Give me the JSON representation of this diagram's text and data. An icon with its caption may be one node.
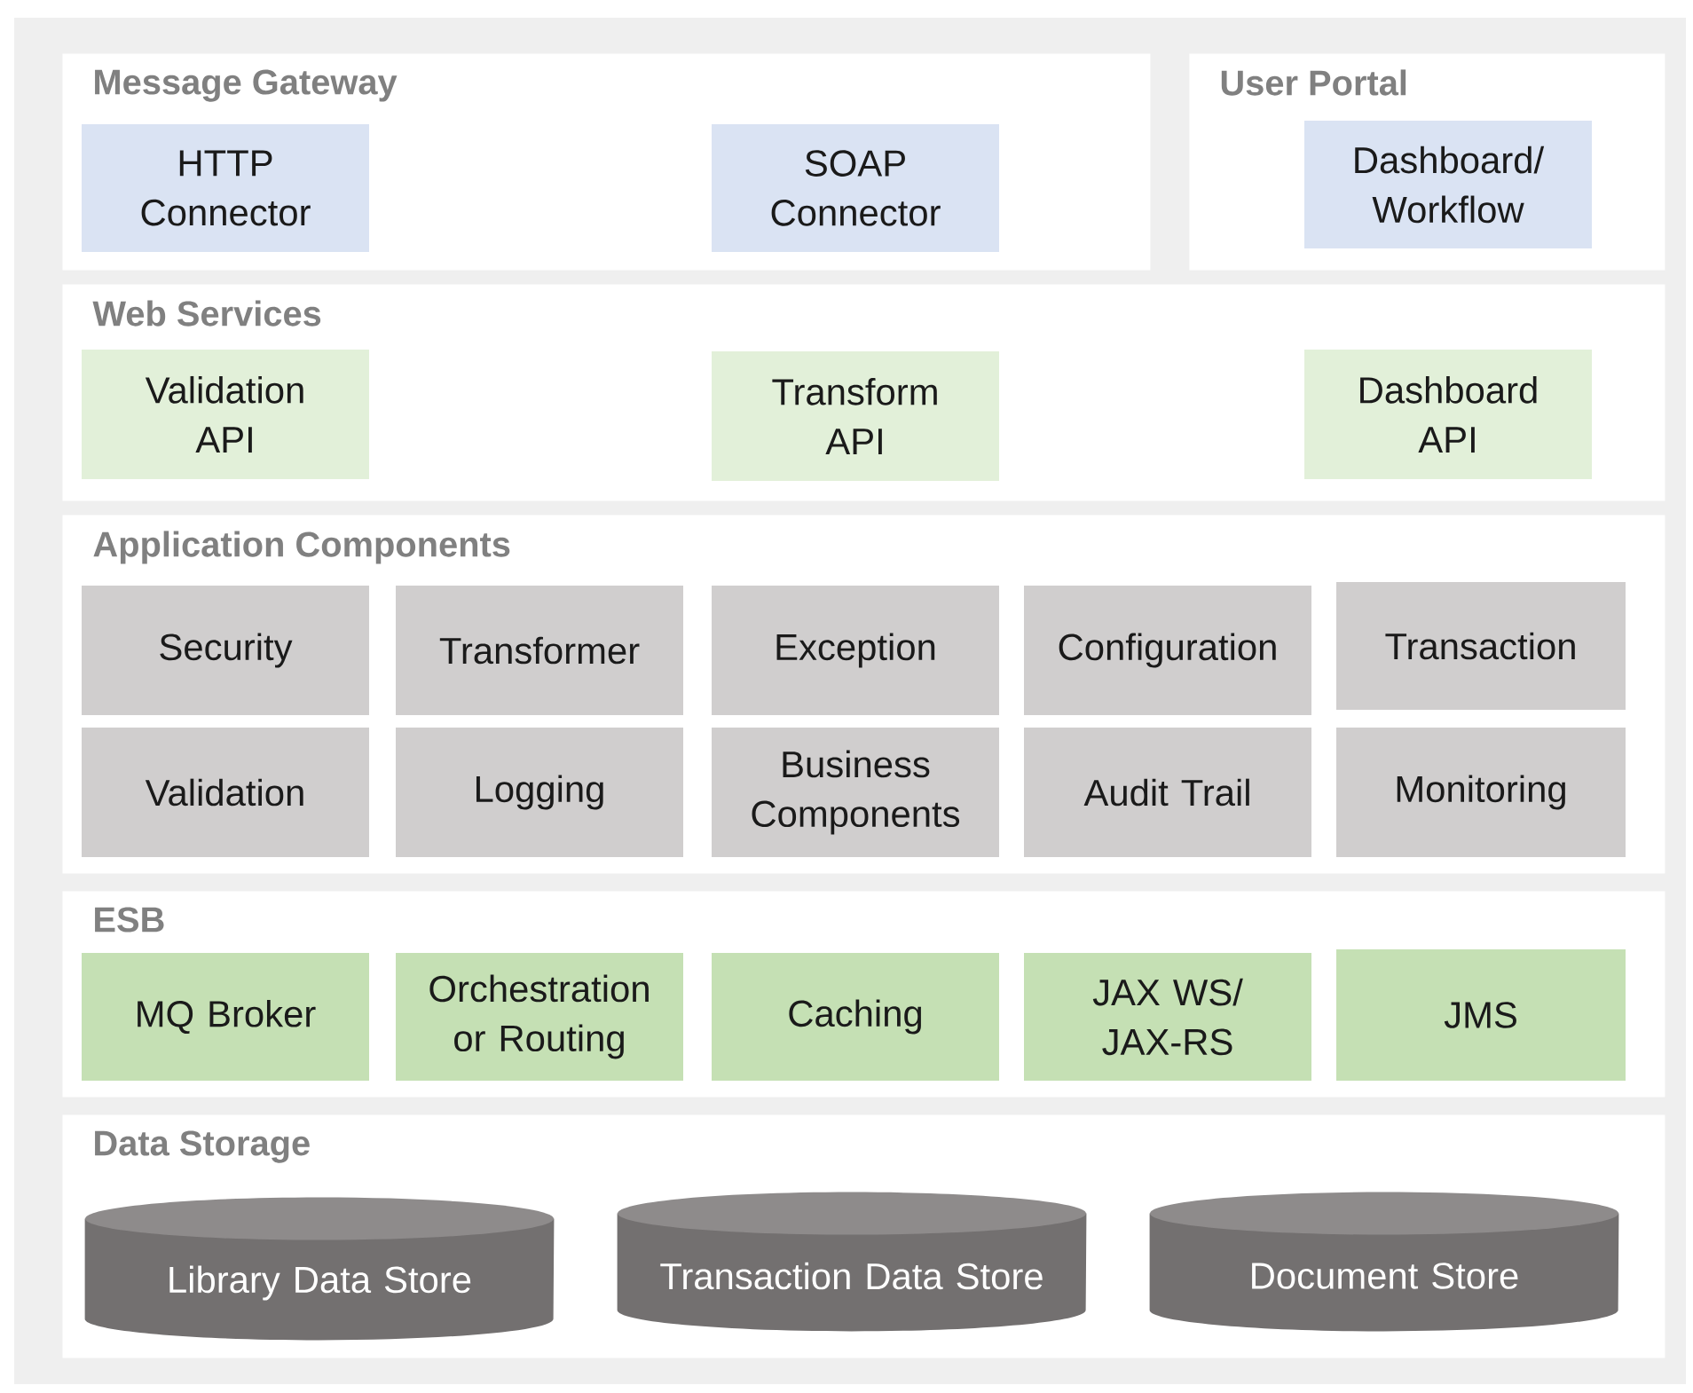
{
  "diagram": {
    "nodes": [
      {
        "text": [
          "Message Gateway"
        ]
      },
      {
        "text": [
          "HTTP Connector"
        ],
        "in": 0
      },
      {
        "text": [
          "SOAP Connector"
        ],
        "in": 0
      },
      {
        "text": [
          "User Portal"
        ]
      },
      {
        "text": [
          "Dashboard/ Workflow"
        ],
        "in": 3
      },
      {
        "text": [
          "Web Services"
        ]
      },
      {
        "text": [
          "Validation API"
        ],
        "in": 5
      },
      {
        "text": [
          "Transform API"
        ],
        "in": 5
      },
      {
        "text": [
          "Dashboard API"
        ],
        "in": 5
      },
      {
        "text": [
          "Application Components"
        ]
      },
      {
        "text": [
          "Security"
        ],
        "in": 9
      },
      {
        "text": [
          "Transformer"
        ],
        "in": 9
      },
      {
        "text": [
          "Exception"
        ],
        "in": 9
      },
      {
        "text": [
          "Configuration"
        ],
        "in": 9
      },
      {
        "text": [
          "Transaction"
        ],
        "in": 9
      },
      {
        "text": [
          "Validation"
        ],
        "in": 9
      },
      {
        "text": [
          "Logging"
        ],
        "in": 9
      },
      {
        "text": [
          "Business Components"
        ],
        "in": 9
      },
      {
        "text": [
          "Audit Trail"
        ],
        "in": 9
      },
      {
        "text": [
          "Monitoring"
        ],
        "in": 9
      },
      {
        "text": [
          "ESB"
        ]
      },
      {
        "text": [
          "MQ Broker"
        ],
        "in": 20
      },
      {
        "text": [
          "Orchestration or Routing"
        ],
        "in": 20
      },
      {
        "text": [
          "Caching"
        ],
        "in": 20
      },
      {
        "text": [
          "JAX WS/ JAX-RS"
        ],
        "in": 20
      },
      {
        "text": [
          "JMS"
        ],
        "in": 20
      },
      {
        "text": [
          "Data Storage"
        ]
      },
      {
        "text": [
          "Library Data Store"
        ],
        "in": 26
      },
      {
        "text": [
          "Transaction Data Store"
        ],
        "in": 26
      },
      {
        "text": [
          "Document Store"
        ],
        "in": 26
      }
    ]
  }
}
